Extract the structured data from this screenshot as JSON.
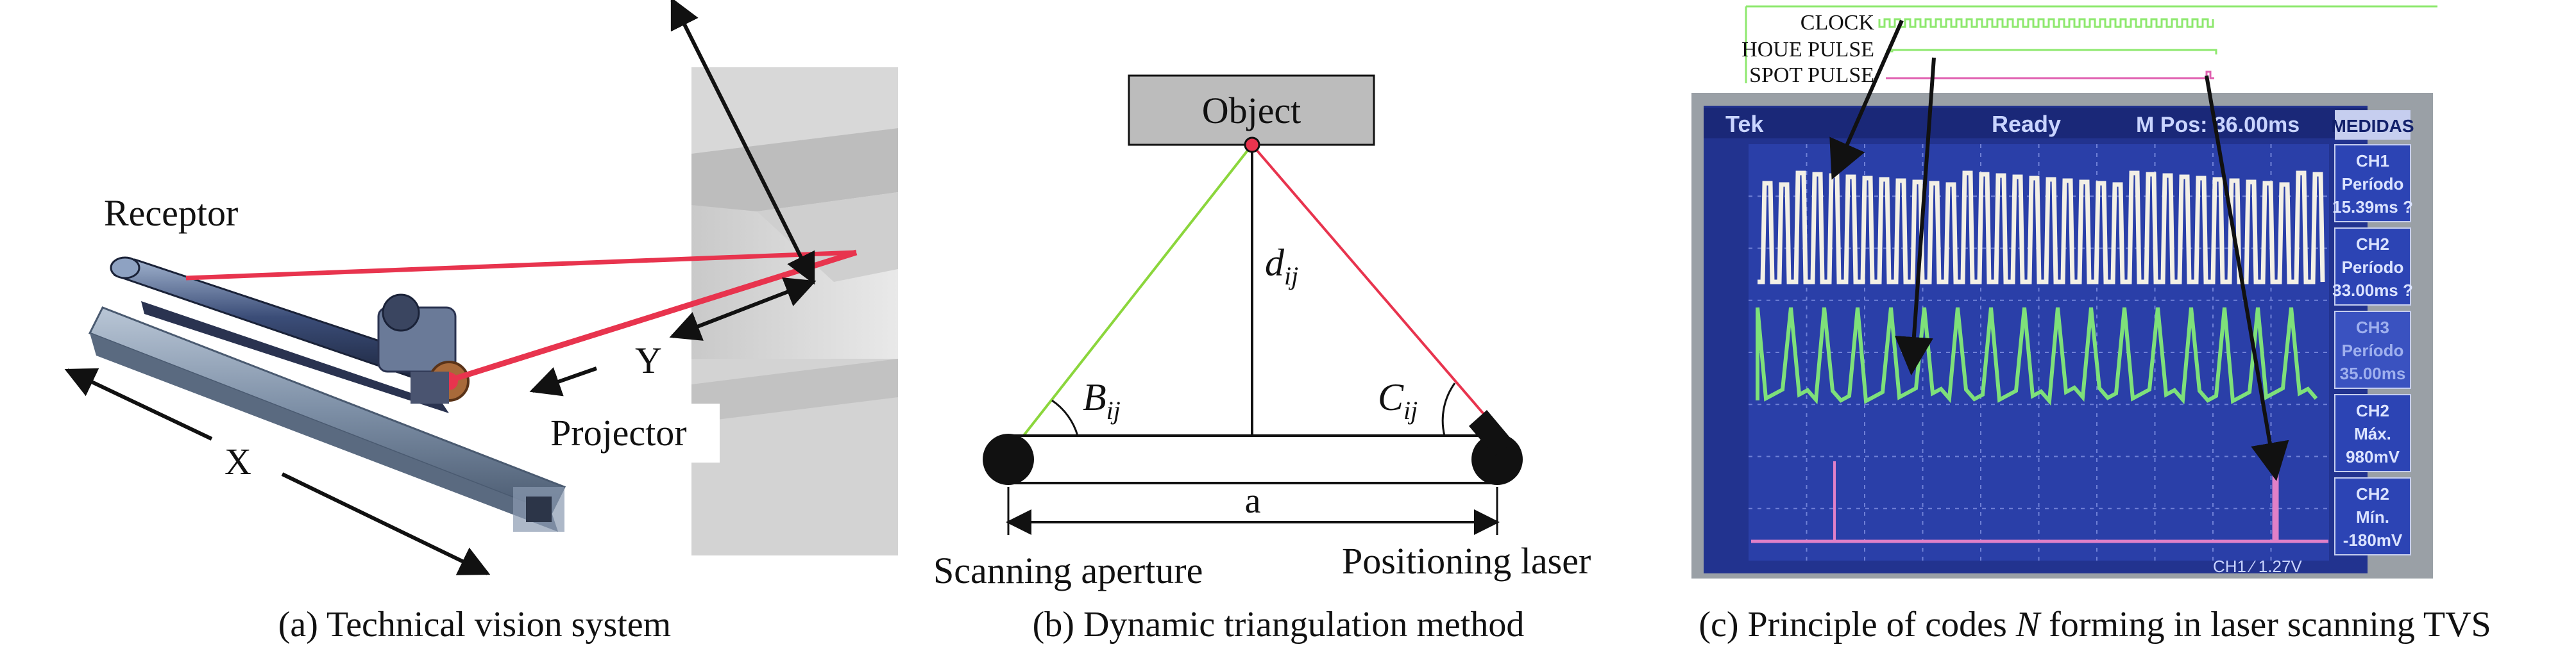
{
  "panel_a": {
    "caption": "(a) Technical vision system",
    "receptor_label": "Receptor",
    "projector_label": "Projector",
    "x_label": "X",
    "y_label": "Y"
  },
  "panel_b": {
    "caption": "(b) Dynamic triangulation method",
    "object_label": "Object",
    "distance_label": "d",
    "distance_sub": "ij",
    "angle_b_label": "B",
    "angle_b_sub": "ij",
    "angle_c_label": "C",
    "angle_c_sub": "ij",
    "base_label": "a",
    "scanning_aperture_label": "Scanning aperture",
    "positioning_laser_label": "Positioning laser"
  },
  "panel_c": {
    "caption_prefix": "(c) Principle of codes ",
    "caption_var": "N",
    "caption_suffix": " forming in laser scanning TVS",
    "signal_labels": [
      "CLOCK",
      "HOUE PULSE",
      "SPOT PULSE"
    ],
    "screen_status": [
      "Tek",
      "Ready",
      "M Pos: 36.00ms"
    ],
    "measure_title": "MEDIDAS",
    "measures": [
      {
        "lines": [
          "CH1",
          "Período",
          "15.39ms ?"
        ]
      },
      {
        "lines": [
          "CH2",
          "Período",
          "33.00ms ?"
        ]
      },
      {
        "lines": [
          "CH3",
          "Período",
          "35.00ms"
        ]
      },
      {
        "lines": [
          "CH2",
          "Máx.",
          "980mV"
        ]
      },
      {
        "lines": [
          "CH2",
          "Mín.",
          "-180mV"
        ]
      }
    ],
    "screen_footer": "CH1 ∕ 1.27V"
  },
  "colors": {
    "laser_red": "#e8344e",
    "green_ray": "#8bd63c",
    "clock_green": "#8ee86e",
    "spot_pink": "#e060b0",
    "scope_blue": "#2a3fa8"
  }
}
